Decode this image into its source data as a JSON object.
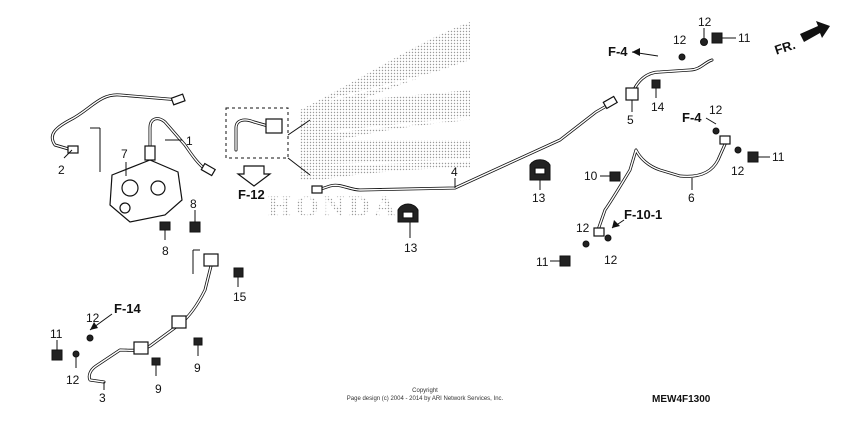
{
  "diagram": {
    "brand_watermark": "HONDA",
    "direction_label": "FR.",
    "code": "MEW4F1300",
    "copyright_line1": "Copyright",
    "copyright_line2": "Page design (c) 2004 - 2014 by ARI Network Services, Inc.",
    "refs": {
      "f12": "F-12",
      "f14": "F-14",
      "f4_top": "F-4",
      "f4_mid": "F-4",
      "f101": "F-10-1"
    },
    "callouts": {
      "c1": "1",
      "c2": "2",
      "c3": "3",
      "c4": "4",
      "c5": "5",
      "c6": "6",
      "c7": "7",
      "c8a": "8",
      "c8b": "8",
      "c9a": "9",
      "c9b": "9",
      "c10": "10",
      "c11a": "11",
      "c11b": "11",
      "c11c": "11",
      "c11d": "11",
      "c12a": "12",
      "c12b": "12",
      "c12c": "12",
      "c12d": "12",
      "c12e": "12",
      "c12f": "12",
      "c12g": "12",
      "c12h": "12",
      "c13a": "13",
      "c13b": "13",
      "c14": "14",
      "c15": "15"
    }
  }
}
